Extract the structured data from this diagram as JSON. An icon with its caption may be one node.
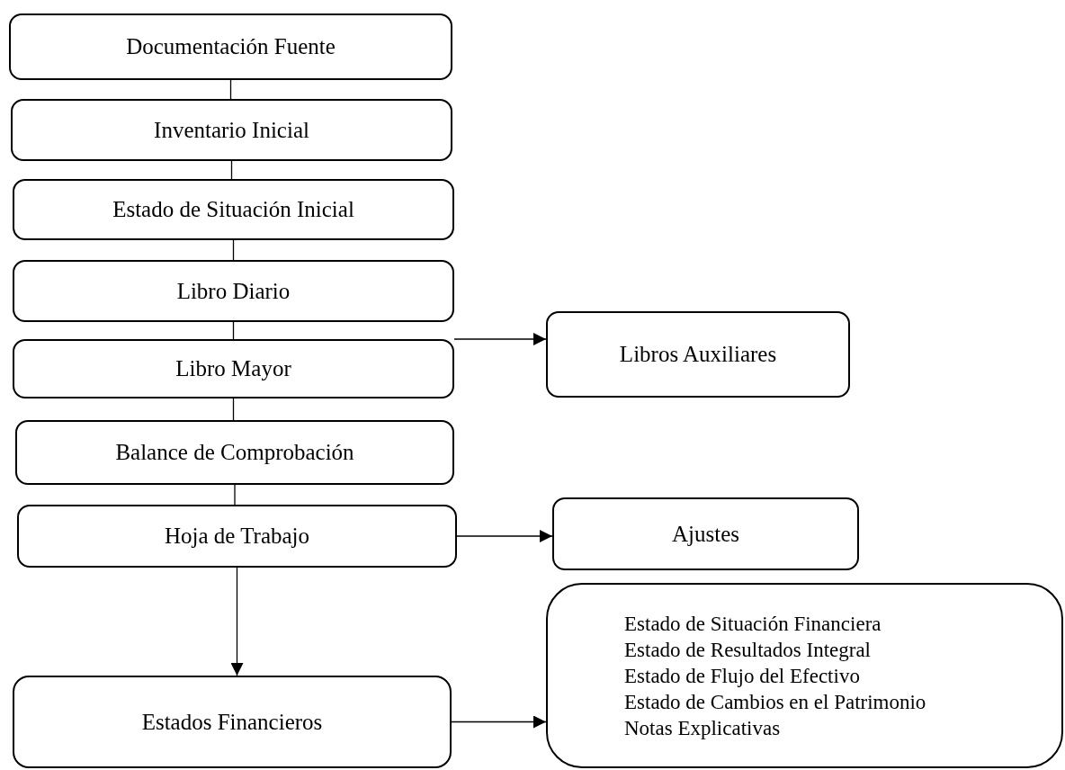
{
  "diagram": {
    "nodes": [
      {
        "text": [
          "Documentación Fuente"
        ]
      },
      {
        "text": [
          "Inventario Inicial"
        ]
      },
      {
        "text": [
          "Estado de Situación Inicial"
        ]
      },
      {
        "text": [
          "Libro Diario"
        ]
      },
      {
        "text": [
          "Libro Mayor"
        ]
      },
      {
        "text": [
          "Libros Auxiliares"
        ]
      },
      {
        "text": [
          "Balance de Comprobación"
        ]
      },
      {
        "text": [
          "Hoja de Trabajo"
        ]
      },
      {
        "text": [
          "Ajustes"
        ]
      },
      {
        "text": [
          "Estados Financieros"
        ]
      },
      {
        "text": [
          "Estado de Situación Financiera",
          "Estado de Resultados Integral",
          "Estado de Flujo del Efectivo",
          "Estado de Cambios en el Patrimonio",
          "Notas Explicativas"
        ]
      }
    ],
    "edges": [
      {
        "from": 0,
        "to": 1,
        "arrow": "none"
      },
      {
        "from": 1,
        "to": 2,
        "arrow": "none"
      },
      {
        "from": 2,
        "to": 3,
        "arrow": "none"
      },
      {
        "from": 3,
        "to": 4,
        "arrow": "none"
      },
      {
        "from": 4,
        "to": 5,
        "arrow": "to"
      },
      {
        "from": 4,
        "to": 6,
        "arrow": "none"
      },
      {
        "from": 6,
        "to": 7,
        "arrow": "none"
      },
      {
        "from": 7,
        "to": 8,
        "arrow": "to"
      },
      {
        "from": 7,
        "to": 9,
        "arrow": "to"
      },
      {
        "from": 9,
        "to": 10,
        "arrow": "to"
      }
    ]
  }
}
